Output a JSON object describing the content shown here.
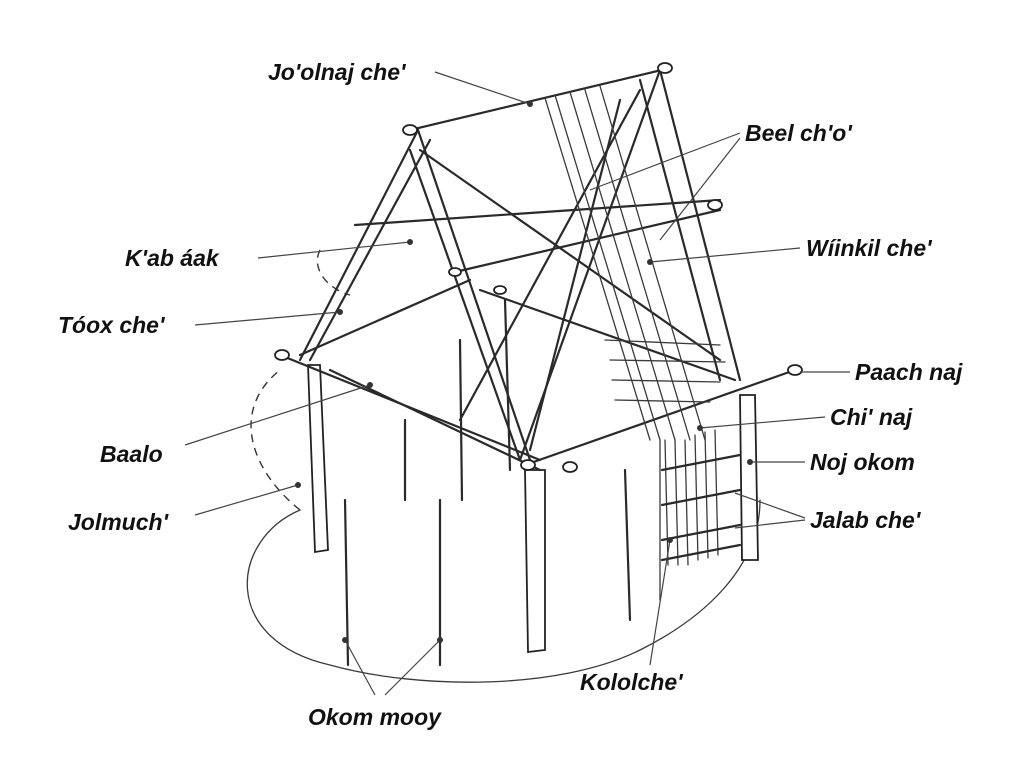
{
  "labels": {
    "jo_olnaj_che": "Jo'olnaj che'",
    "beel_ch_o": "Beel ch'o'",
    "wiinkil_che": "Wíinkil che'",
    "k_ab_aak": "K'ab áak",
    "toox_che": "Tóox che'",
    "paach_naj": "Paach naj",
    "chi_naj": "Chi' naj",
    "noj_okom": "Noj okom",
    "baalo": "Baalo",
    "jalab_che": "Jalab che'",
    "jolmuch": "Jolmuch'",
    "kololche": "Kololche'",
    "okom_mooy": "Okom mooy"
  },
  "colors": {
    "line": "#2a2a2a",
    "text": "#111111",
    "background": "#ffffff"
  }
}
